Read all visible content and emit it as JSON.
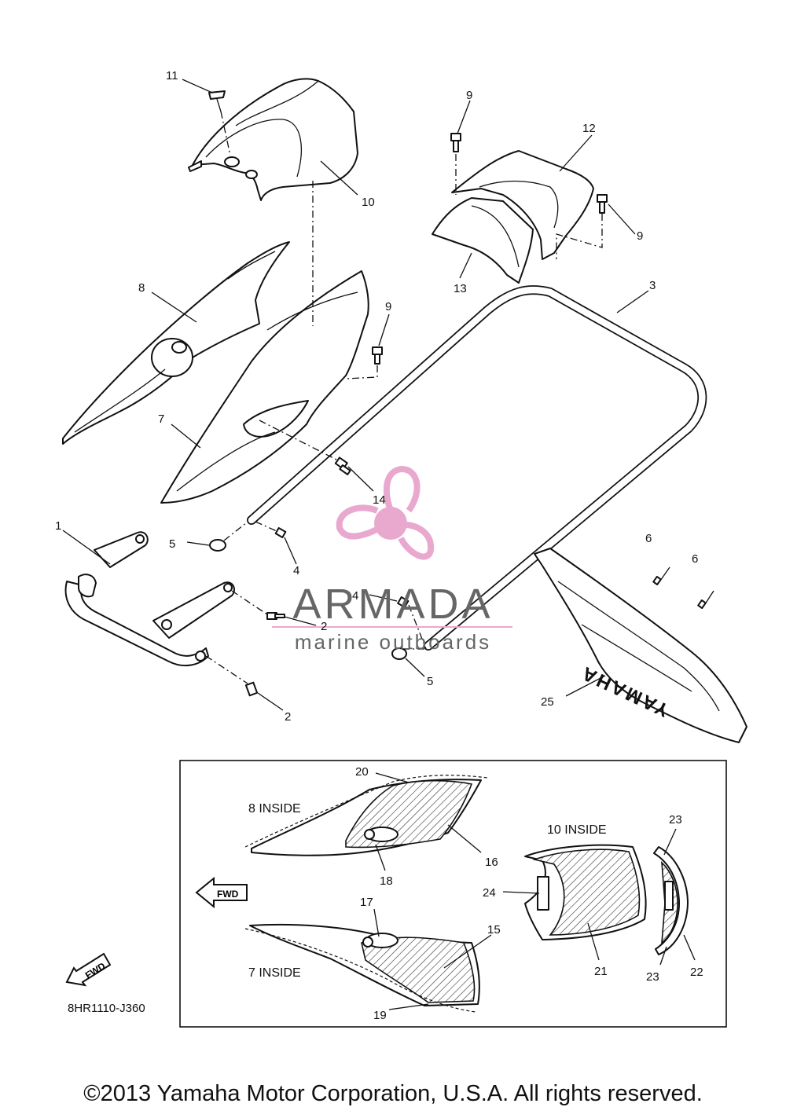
{
  "callouts": {
    "n1": "1",
    "n2a": "2",
    "n2b": "2",
    "n3": "3",
    "n4a": "4",
    "n4b": "4",
    "n5a": "5",
    "n5b": "5",
    "n6a": "6",
    "n6b": "6",
    "n7": "7",
    "n8": "8",
    "n9a": "9",
    "n9b": "9",
    "n9c": "9",
    "n10": "10",
    "n11": "11",
    "n12": "12",
    "n13": "13",
    "n14": "14",
    "n15": "15",
    "n16": "16",
    "n17": "17",
    "n18": "18",
    "n19": "19",
    "n20": "20",
    "n21": "21",
    "n22": "22",
    "n23a": "23",
    "n23b": "23",
    "n24": "24",
    "n25": "25"
  },
  "inset": {
    "label_8_inside": "8 INSIDE",
    "label_7_inside": "7 INSIDE",
    "label_10_inside": "10 INSIDE",
    "fwd_arrow": "FWD"
  },
  "corner_fwd": "FWD",
  "panel_lettering": "YAMAHA",
  "diagram_code": "8HR1110-J360",
  "watermark": {
    "brand": "ARMADA",
    "tagline": "marine outboards",
    "logo_color": "#e9a9cf"
  },
  "copyright": "©2013 Yamaha Motor Corporation, U.S.A. All rights reserved."
}
